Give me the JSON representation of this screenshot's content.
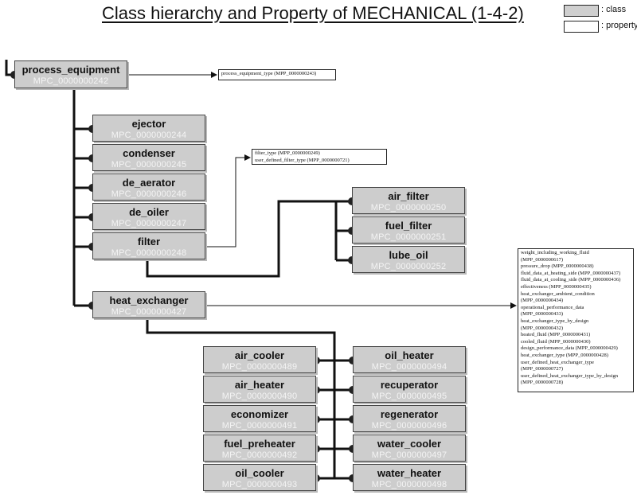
{
  "title": "Class hierarchy and Property of MECHANICAL (1-4-2)",
  "legend": {
    "class_label": ": class",
    "property_label": ": property"
  },
  "classes": {
    "process_equipment": {
      "name": "process_equipment",
      "code": "MPC_0000000242"
    },
    "ejector": {
      "name": "ejector",
      "code": "MPC_0000000244"
    },
    "condenser": {
      "name": "condenser",
      "code": "MPC_0000000245"
    },
    "de_aerator": {
      "name": "de_aerator",
      "code": "MPC_0000000246"
    },
    "de_oiler": {
      "name": "de_oiler",
      "code": "MPC_0000000247"
    },
    "filter": {
      "name": "filter",
      "code": "MPC_0000000248"
    },
    "air_filter": {
      "name": "air_filter",
      "code": "MPC_0000000250"
    },
    "fuel_filter": {
      "name": "fuel_filter",
      "code": "MPC_0000000251"
    },
    "lube_oil": {
      "name": "lube_oil",
      "code": "MPC_0000000252"
    },
    "heat_exchanger": {
      "name": "heat_exchanger",
      "code": "MPC_0000000427"
    },
    "air_cooler": {
      "name": "air_cooler",
      "code": "MPC_0000000489"
    },
    "air_heater": {
      "name": "air_heater",
      "code": "MPC_0000000490"
    },
    "economizer": {
      "name": "economizer",
      "code": "MPC_0000000491"
    },
    "fuel_preheater": {
      "name": "fuel_preheater",
      "code": "MPC_0000000492"
    },
    "oil_cooler": {
      "name": "oil_cooler",
      "code": "MPC_0000000493"
    },
    "oil_heater": {
      "name": "oil_heater",
      "code": "MPC_0000000494"
    },
    "recuperator": {
      "name": "recuperator",
      "code": "MPC_0000000495"
    },
    "regenerator": {
      "name": "regenerator",
      "code": "MPC_0000000496"
    },
    "water_cooler": {
      "name": "water_cooler",
      "code": "MPC_0000000497"
    },
    "water_heater": {
      "name": "water_heater",
      "code": "MPC_0000000498"
    }
  },
  "properties": {
    "process_equipment": [
      "process_equipment_type (MPP_0000000243)"
    ],
    "filter": [
      "filter_type (MPP_0000000249)",
      "user_defined_filter_type (MPP_0000000721)"
    ],
    "heat_exchanger": [
      "weight_including_working_fluid",
      "(MPP_0000000617)",
      "pressure_drop (MPP_0000000438)",
      "fluid_data_at_heating_side (MPP_0000000437)",
      "fluid_data_at_cooling_side (MPP_0000000436)",
      "effectiveness (MPP_0000000435)",
      "heat_exchanger_ambient_condition",
      "(MPP_0000000434)",
      "operational_performance_data",
      "(MPP_0000000433)",
      "heat_exchanger_type_by_design",
      "(MPP_0000000432)",
      "heated_fluid (MPP_0000000431)",
      "cooled_fluid (MPP_0000000430)",
      "design_performance_data (MPP_0000000429)",
      "heat_exchanger_type (MPP_0000000428)",
      "user_defined_heat_exchanger_type",
      "(MPP_0000000727)",
      "user_defined_heat_exchanger_type_by_design",
      "(MPP_0000000728)"
    ]
  }
}
